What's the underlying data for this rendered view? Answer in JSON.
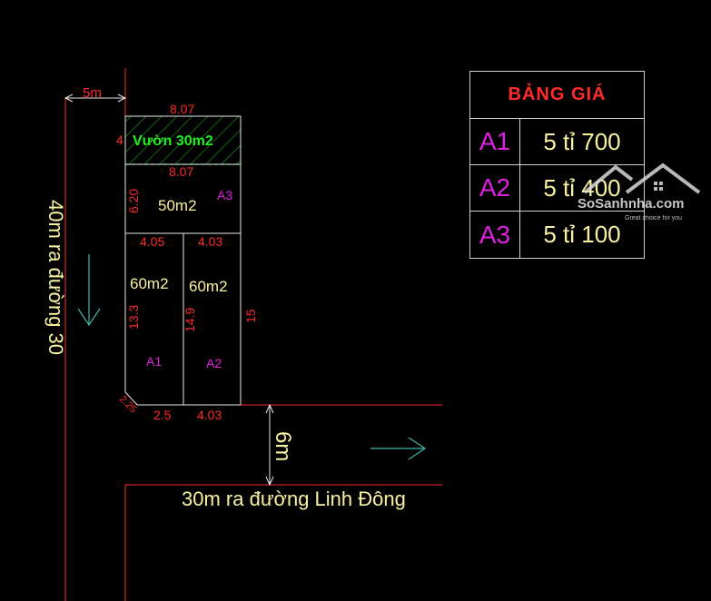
{
  "labels": {
    "road_left_setback": "5m",
    "garden_top_width": "8.07",
    "garden_height": "4",
    "garden_label": "Vườn 30m2",
    "a3_top_width": "8.07",
    "a3_height": "6.20",
    "a3_area": "50m2",
    "a3_code": "A3",
    "a1_top_width": "4.05",
    "a2_top_width": "4.03",
    "a1_area": "60m2",
    "a2_area": "60m2",
    "a1_depth": "13.3",
    "a2_depth": "14.9",
    "a2_right_depth": "15",
    "a1_code": "A1",
    "a2_code": "A2",
    "corner_cut": "2.25",
    "a1_bottom_width": "2.5",
    "a2_bottom_width": "4.03",
    "street_width": "6m",
    "left_road_text": "40m ra đường 30",
    "bottom_road_text": "30m ra đường Linh Đông"
  },
  "price_table": {
    "title": "BẢNG GIÁ",
    "rows": [
      {
        "code": "A1",
        "price": "5 tỉ 700"
      },
      {
        "code": "A2",
        "price": "5 tỉ 400"
      },
      {
        "code": "A3",
        "price": "5 tỉ 100"
      }
    ]
  },
  "watermark": {
    "brand": "SoSanhnha.com",
    "tagline": "Great choice for you"
  },
  "colors": {
    "background": "#000000",
    "dimension_red": "#ff2a2a",
    "area_yellow": "#f7f2a0",
    "code_magenta": "#e020e0",
    "garden_green": "#22ee22",
    "arrow_cyan": "#3fb6a8"
  }
}
